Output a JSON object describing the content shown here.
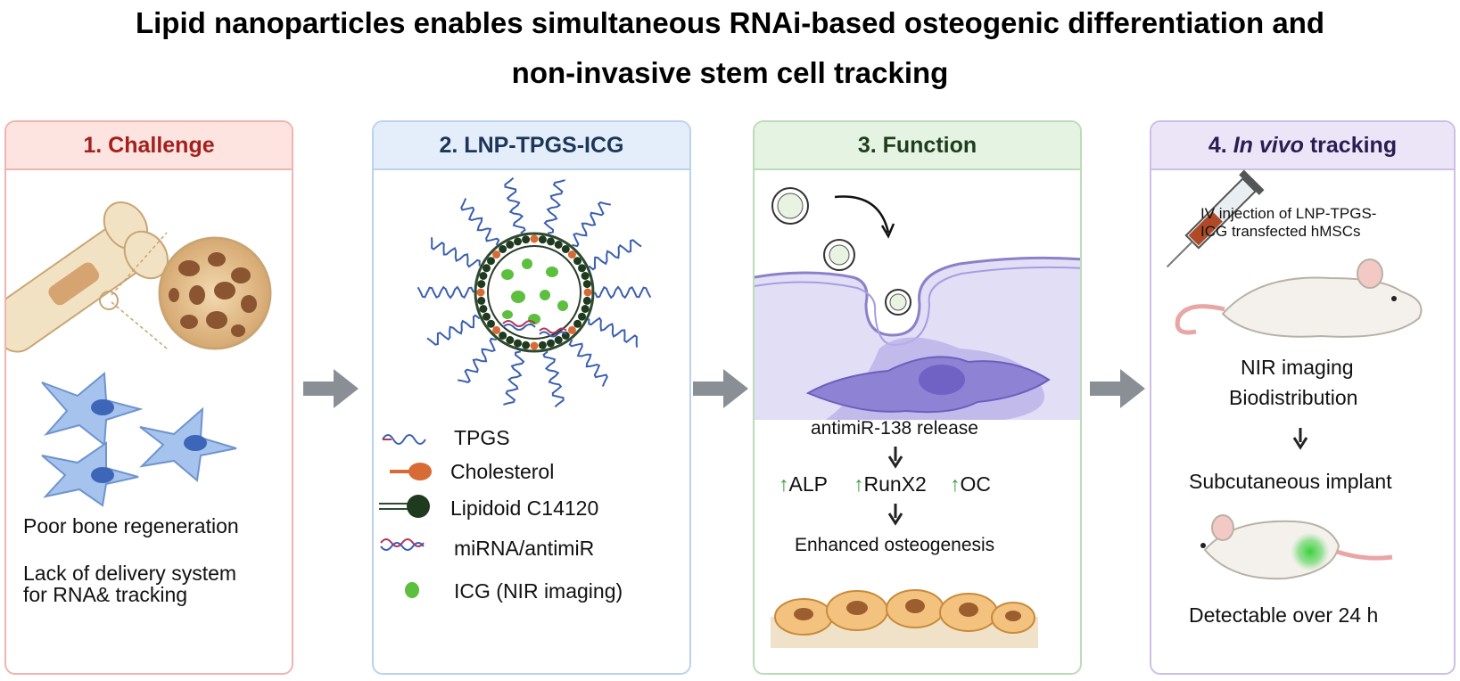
{
  "title": {
    "line1": "Lipid nanoparticles enables simultaneous RNAi-based osteogenic differentiation and",
    "line2": "non-invasive stem cell tracking"
  },
  "panels": {
    "challenge": {
      "heading": "1. Challenge",
      "text1": "Poor bone regeneration",
      "text2_line1": "Lack of delivery system",
      "text2_line2": "for RNA& tracking"
    },
    "lnp": {
      "heading": "2. LNP-TPGS-ICG",
      "legend": [
        "TPGS",
        "Cholesterol",
        "Lipidoid C14120",
        "miRNA/antimiR",
        "ICG (NIR imaging)"
      ]
    },
    "function": {
      "heading": "3. Function",
      "release": "antimiR-138 release",
      "markers": [
        "ALP",
        "RunX2",
        "OC"
      ],
      "outcome": "Enhanced osteogenesis"
    },
    "tracking": {
      "heading_prefix": "4. ",
      "heading_em": "In vivo",
      "heading_suffix": " tracking",
      "injection_line1": "IV injection of LNP-TPGS-",
      "injection_line2": "ICG transfected hMSCs",
      "imaging_line1": "NIR imaging",
      "imaging_line2": "Biodistribution",
      "implant": "Subcutaneous implant",
      "detect": "Detectable over 24 h"
    }
  },
  "colors": {
    "challenge_accent": "#a3201b",
    "lnp_accent": "#1d3558",
    "function_accent": "#1f3d1e",
    "tracking_accent": "#2b1c52",
    "arrow": "#8a8f96",
    "up_arrow": "#3a9a3a",
    "icg_green": "#5cbf3e"
  }
}
